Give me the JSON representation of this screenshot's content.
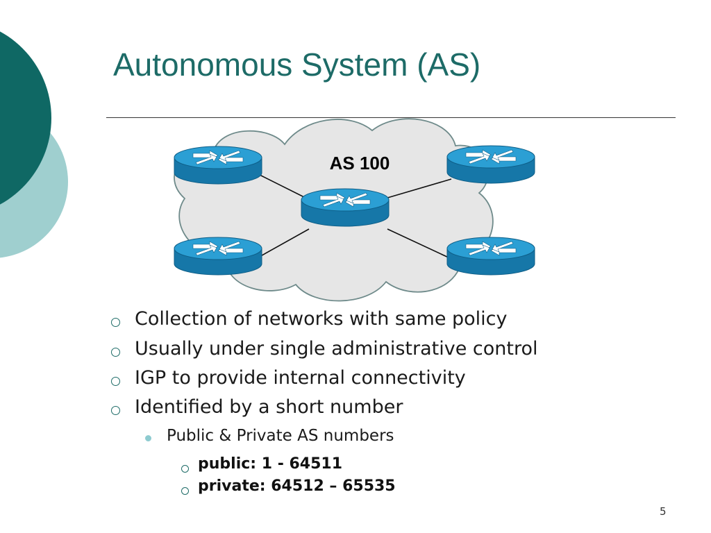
{
  "slide": {
    "title": "Autonomous System (AS)",
    "page_number": "5"
  },
  "diagram": {
    "cloud_label": "AS 100",
    "router_icon": "router-icon",
    "colors": {
      "cloud_fill": "#e6e6e6",
      "router_top": "#2b9fd4",
      "router_side": "#1677a8"
    }
  },
  "bullets": {
    "level1": [
      "Collection of networks with same policy",
      "Usually under single administrative control",
      "IGP to provide internal connectivity",
      "Identified by a short number"
    ],
    "level2": [
      "Public & Private AS numbers"
    ],
    "level3": [
      "public: 1 - 64511",
      "private: 64512 – 65535"
    ]
  },
  "colors": {
    "theme_dark": "#0f6864",
    "theme_light": "#9fcfcf",
    "title": "#1d6b67"
  }
}
